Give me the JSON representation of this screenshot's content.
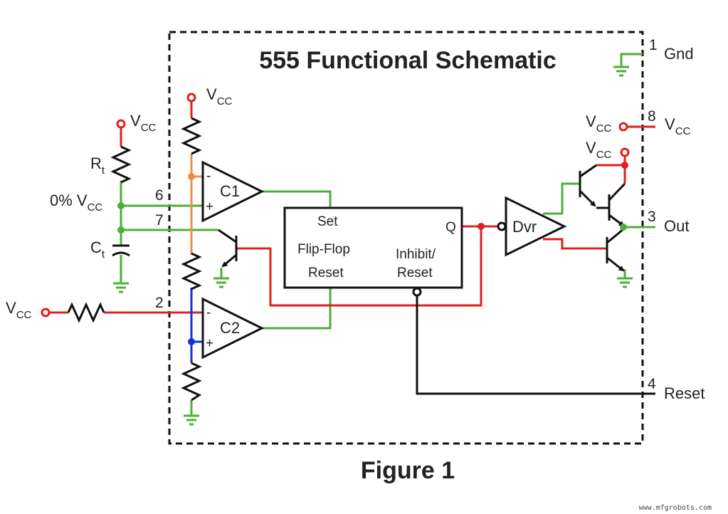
{
  "title": "555 Functional Schematic",
  "caption": "Figure 1",
  "watermark": "www.mfgrobots.com",
  "colors": {
    "red": "#e0201b",
    "green": "#4caf3a",
    "orange": "#e8904a",
    "blue": "#1a2fd1",
    "black": "#111111"
  },
  "vcc": {
    "main": "V",
    "sub": "CC"
  },
  "pins": {
    "gnd": {
      "number": "1",
      "label": "Gnd"
    },
    "vcc": {
      "number": "8"
    },
    "out": {
      "number": "3",
      "label": "Out"
    },
    "reset": {
      "number": "4",
      "label": "Reset"
    },
    "threshold": {
      "number": "6"
    },
    "discharge": {
      "number": "7"
    },
    "trigger": {
      "number": "2"
    }
  },
  "components": {
    "rt": {
      "main": "R",
      "sub": "t"
    },
    "ct": {
      "main": "C",
      "sub": "t"
    },
    "pct_vcc": "0% V",
    "c1": "C1",
    "c2": "C2",
    "minus": "-",
    "plus": "+",
    "flipflop": {
      "set": "Set",
      "name": "Flip-Flop",
      "reset": "Reset",
      "q": "Q",
      "inhibit_line1": "Inhibit/",
      "inhibit_line2": "Reset"
    },
    "driver": "Dvr"
  }
}
